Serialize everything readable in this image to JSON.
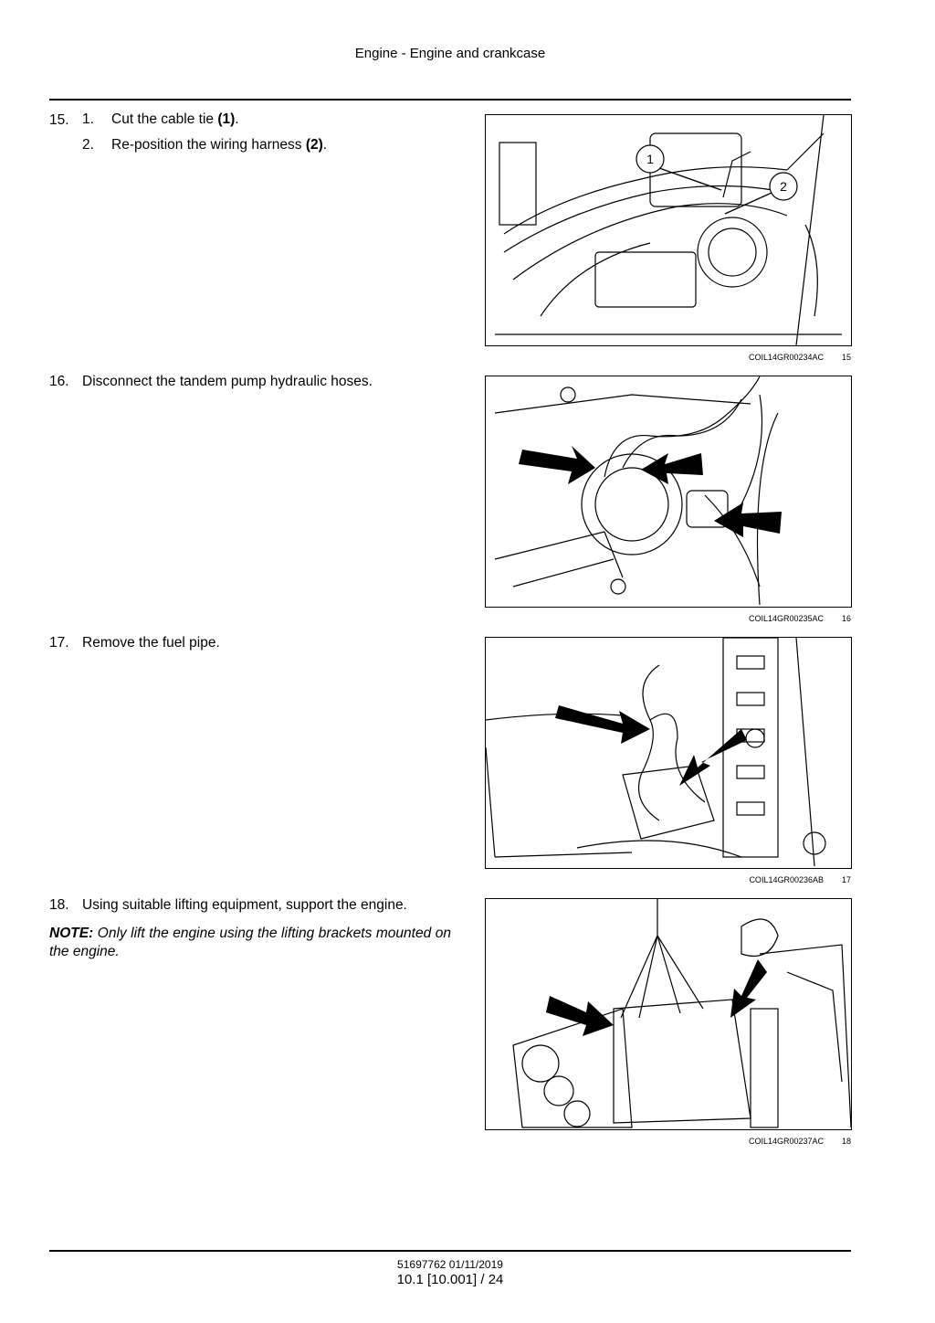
{
  "header": {
    "title": "Engine - Engine and crankcase"
  },
  "steps": [
    {
      "number": "15.",
      "substeps": [
        {
          "number": "1.",
          "text": "Cut the cable tie ",
          "ref": "(1)",
          "end": "."
        },
        {
          "number": "2.",
          "text": "Re-position the wiring harness ",
          "ref": "(2)",
          "end": "."
        }
      ],
      "figure": {
        "code": "COIL14GR00234AC",
        "number": "15",
        "callouts": [
          "1",
          "2"
        ]
      }
    },
    {
      "number": "16.",
      "text": "Disconnect the tandem pump hydraulic hoses.",
      "figure": {
        "code": "COIL14GR00235AC",
        "number": "16"
      }
    },
    {
      "number": "17.",
      "text": "Remove the fuel pipe.",
      "figure": {
        "code": "COIL14GR00236AB",
        "number": "17"
      }
    },
    {
      "number": "18.",
      "text": "Using suitable lifting equipment, support the engine.",
      "note_label": "NOTE:",
      "note_text": "Only lift the engine using the lifting brackets mounted on the engine.",
      "figure": {
        "code": "COIL14GR00237AC",
        "number": "18"
      }
    }
  ],
  "footer": {
    "doc": "51697762 01/11/2019",
    "page": "10.1 [10.001] / 24"
  }
}
